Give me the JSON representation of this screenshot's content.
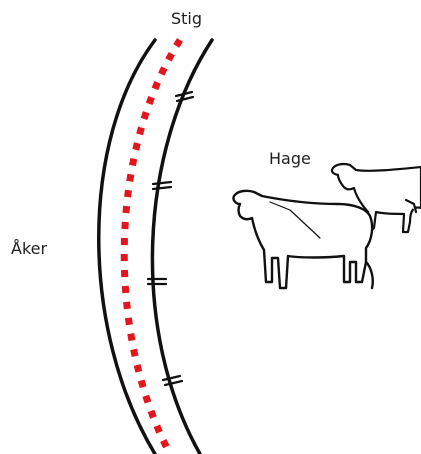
{
  "labels": {
    "path": "Stig",
    "field": "Åker",
    "pasture": "Hage"
  },
  "colors": {
    "path_dashes": "#e3161d",
    "lines": "#111111",
    "background": "#ffffff"
  },
  "features": {
    "path_style": "dashed-red",
    "fence_style": "hatched-line",
    "livestock_icon": "cow-icon",
    "livestock_count": 2
  }
}
